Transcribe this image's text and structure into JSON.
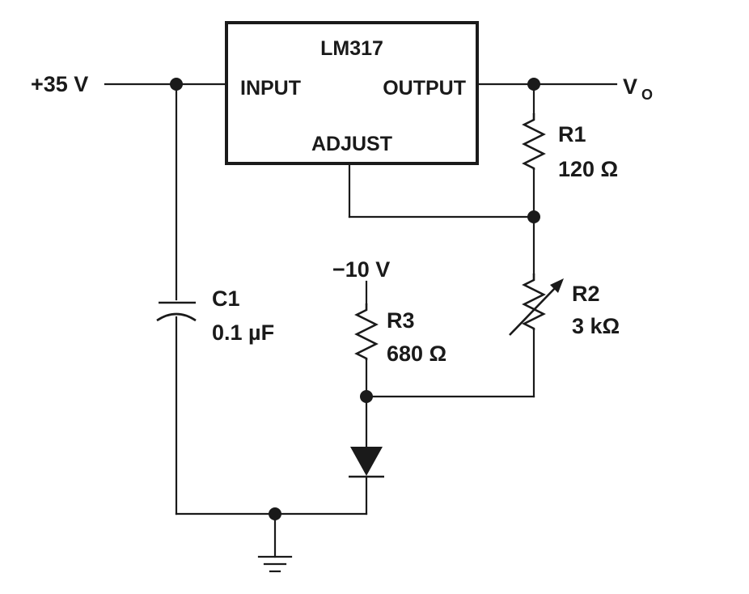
{
  "chip": {
    "name": "LM317",
    "pin_input": "INPUT",
    "pin_output": "OUTPUT",
    "pin_adjust": "ADJUST"
  },
  "supply_positive": "+35 V",
  "supply_negative": "−10 V",
  "output": {
    "letter": "V",
    "subscript": "O"
  },
  "r1": {
    "ref": "R1",
    "value": "120 Ω"
  },
  "r2": {
    "ref": "R2",
    "value": "3 kΩ"
  },
  "r3": {
    "ref": "R3",
    "value": "680 Ω"
  },
  "c1": {
    "ref": "C1",
    "value": "0.1 µF"
  }
}
